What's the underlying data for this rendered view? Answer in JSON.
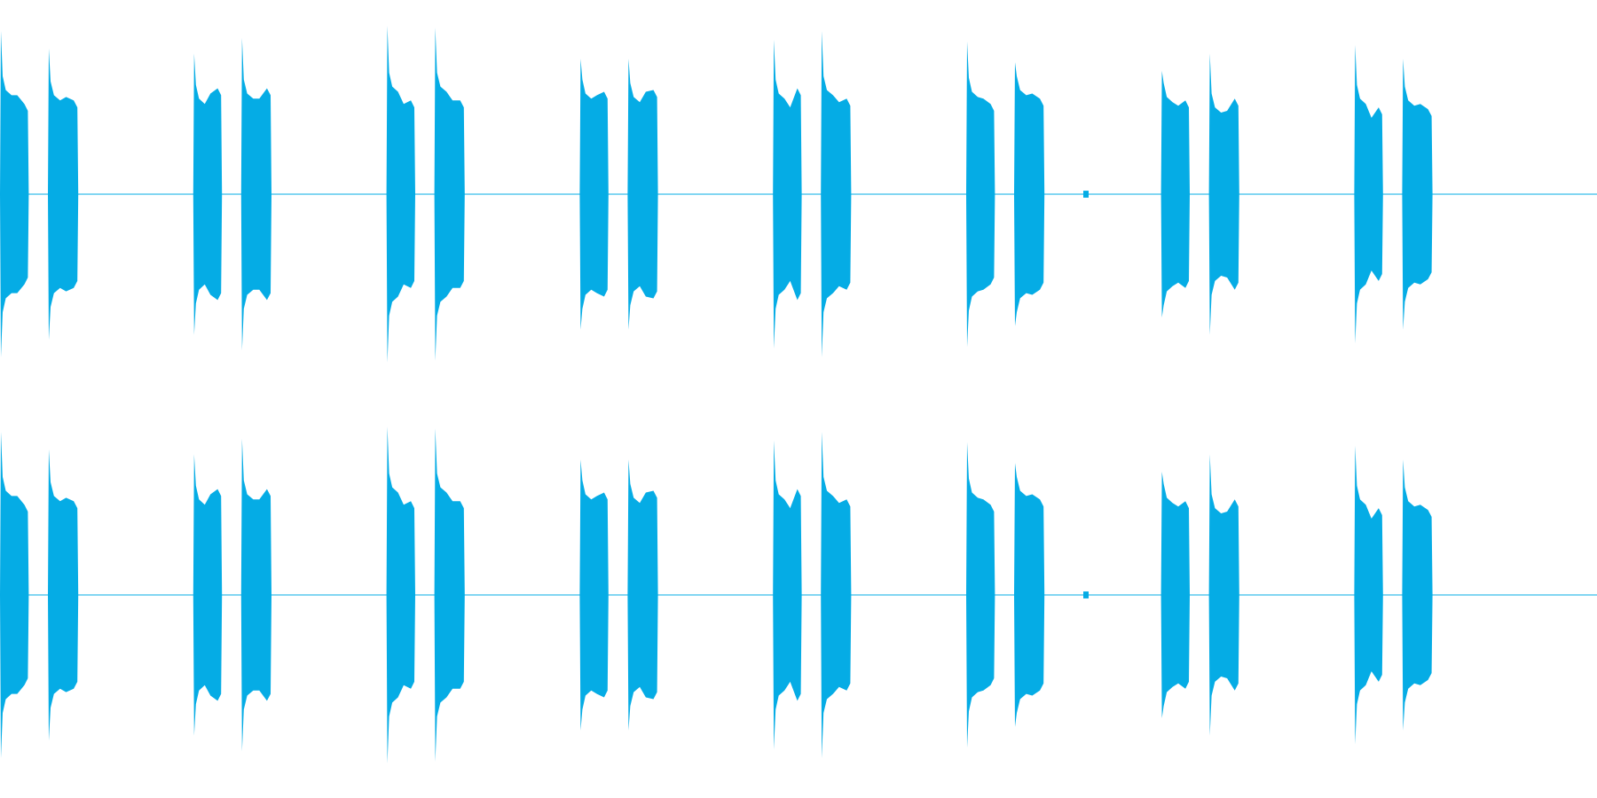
{
  "chart_data": {
    "type": "area",
    "waveform": true,
    "color": "#05ace5",
    "background": "#ffffff",
    "grid": false,
    "legend": "none",
    "ylim": [
      -1,
      1
    ],
    "channels": 2,
    "sample_groups": [
      {
        "first_burst_start": 0.0,
        "second_burst_start": 0.03,
        "burst_length": 0.018,
        "pairs": [
          0.0,
          0.121,
          0.242,
          0.363,
          0.484,
          0.605,
          0.727,
          0.848
        ]
      }
    ],
    "tick": {
      "at": 0.68,
      "amplitude": 0.02
    },
    "bursts": [
      {
        "x": [
          0.0,
          0.018
        ],
        "attack": 0.94,
        "shape": [
          0.6,
          0.57,
          0.48
        ]
      },
      {
        "x": [
          0.03,
          0.049
        ],
        "attack": 0.84,
        "shape": [
          0.57,
          0.56,
          0.5
        ]
      },
      {
        "x": [
          0.121,
          0.139
        ],
        "attack": 0.81,
        "shape": [
          0.55,
          0.58,
          0.57
        ]
      },
      {
        "x": [
          0.151,
          0.17
        ],
        "attack": 0.9,
        "shape": [
          0.58,
          0.55,
          0.57
        ]
      },
      {
        "x": [
          0.242,
          0.26
        ],
        "attack": 0.97,
        "shape": [
          0.62,
          0.52,
          0.5
        ]
      },
      {
        "x": [
          0.272,
          0.291
        ],
        "attack": 0.96,
        "shape": [
          0.62,
          0.54,
          0.5
        ]
      },
      {
        "x": [
          0.363,
          0.381
        ],
        "attack": 0.78,
        "shape": [
          0.58,
          0.57,
          0.55
        ]
      },
      {
        "x": [
          0.393,
          0.412
        ],
        "attack": 0.78,
        "shape": [
          0.56,
          0.59,
          0.56
        ]
      },
      {
        "x": [
          0.484,
          0.502
        ],
        "attack": 0.89,
        "shape": [
          0.58,
          0.5,
          0.57
        ]
      },
      {
        "x": [
          0.514,
          0.533
        ],
        "attack": 0.94,
        "shape": [
          0.6,
          0.53,
          0.51
        ]
      },
      {
        "x": [
          0.605,
          0.623
        ],
        "attack": 0.88,
        "shape": [
          0.59,
          0.55,
          0.48
        ]
      },
      {
        "x": [
          0.635,
          0.654
        ],
        "attack": 0.76,
        "shape": [
          0.6,
          0.58,
          0.51
        ]
      },
      {
        "x": [
          0.727,
          0.745
        ],
        "attack": 0.71,
        "shape": [
          0.56,
          0.51,
          0.5
        ]
      },
      {
        "x": [
          0.757,
          0.776
        ],
        "attack": 0.81,
        "shape": [
          0.5,
          0.48,
          0.51
        ]
      },
      {
        "x": [
          0.848,
          0.866
        ],
        "attack": 0.86,
        "shape": [
          0.55,
          0.44,
          0.46
        ]
      },
      {
        "x": [
          0.878,
          0.897
        ],
        "attack": 0.78,
        "shape": [
          0.54,
          0.52,
          0.45
        ]
      }
    ]
  }
}
